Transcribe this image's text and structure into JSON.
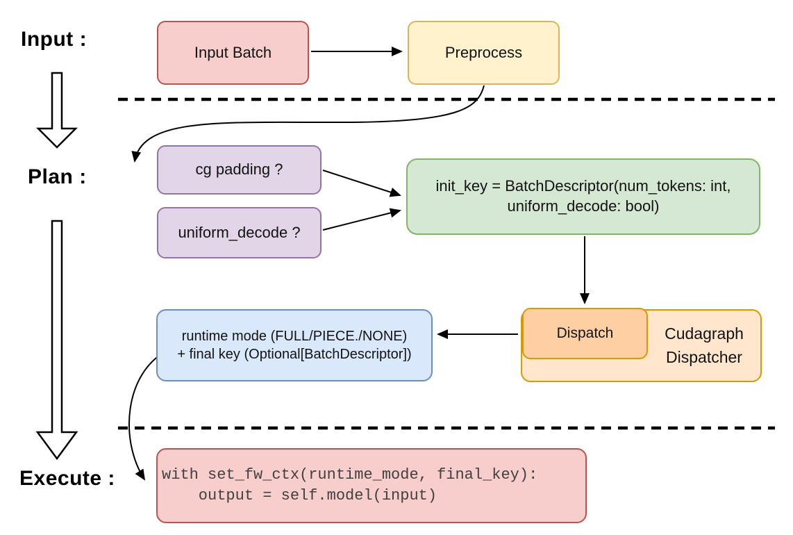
{
  "labels": {
    "input": "Input :",
    "plan": "Plan :",
    "execute": "Execute :"
  },
  "nodes": {
    "input_batch": {
      "label": "Input Batch"
    },
    "preprocess": {
      "label": "Preprocess"
    },
    "cg_padding": {
      "label": "cg padding ?"
    },
    "uniform_decode": {
      "label": "uniform_decode ?"
    },
    "init_key": {
      "line1": "init_key = BatchDescriptor(num_tokens: int,",
      "line2": "uniform_decode: bool)"
    },
    "dispatch": {
      "label": "Dispatch"
    },
    "dispatcher": {
      "line1": "Cudagraph",
      "line2": "Dispatcher"
    },
    "runtime": {
      "line1": "runtime mode (FULL/PIECE./NONE)",
      "line2": "+ final key (Optional[BatchDescriptor])"
    },
    "execute_code": {
      "line1": "with set_fw_ctx(runtime_mode, final_key):",
      "line2": "    output = self.model(input)"
    }
  },
  "colors": {
    "red_fill": "#f8cecc",
    "red_border": "#b85450",
    "yellow_fill": "#fff2cc",
    "yellow_border": "#d6b656",
    "purple_fill": "#e1d5e7",
    "purple_border": "#9673a6",
    "green_fill": "#d5e8d4",
    "green_border": "#82b366",
    "blue_fill": "#dae8fc",
    "blue_border": "#6c8ebf",
    "orange_outer_fill": "#ffe6cc",
    "orange_inner_fill": "#ffcfa4",
    "orange_border": "#d79b00",
    "code_text": "#404040",
    "line_color": "#000000"
  }
}
